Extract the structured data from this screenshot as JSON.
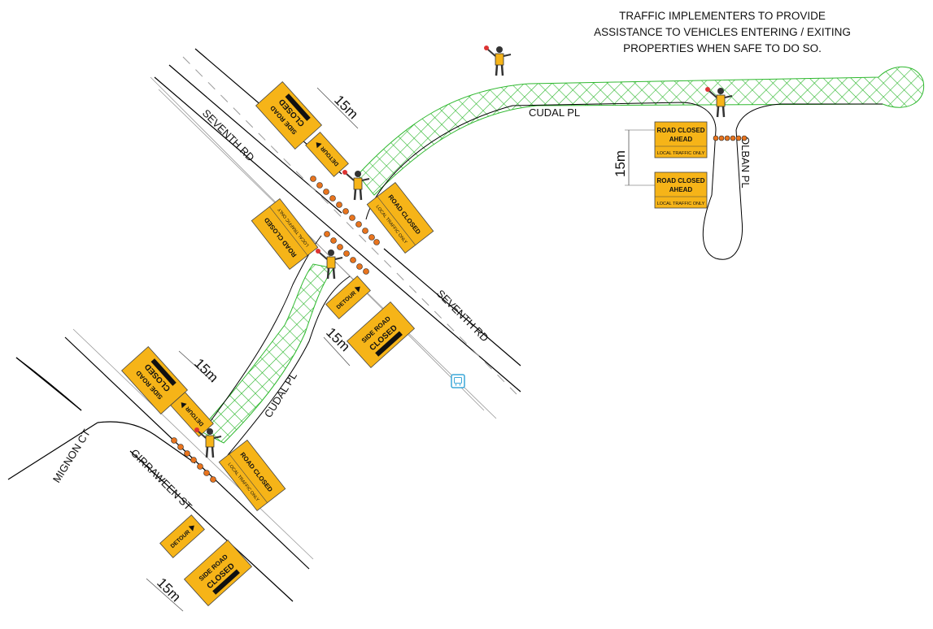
{
  "note": {
    "lines": [
      "TRAFFIC IMPLEMENTERS TO PROVIDE",
      "ASSISTANCE TO VEHICLES ENTERING / EXITING",
      "PROPERTIES WHEN SAFE TO DO SO."
    ]
  },
  "roads": {
    "seventh_rd_top": "SEVENTH RD",
    "seventh_rd_bottom": "SEVENTH RD",
    "cudal_pl_top": "CUDAL PL",
    "cudal_pl_bottom": "CUDAL PL",
    "olban_pl": "OLBAN PL",
    "mignon_ct": "MIGNON CT",
    "girraween_st": "GIRRAWEEN ST"
  },
  "dimensions": {
    "d1": "15m",
    "d2": "15m",
    "d3": "15m",
    "d4": "15m",
    "d5": "15m"
  },
  "signs": {
    "road_closed": "ROAD CLOSED",
    "local_traffic_only": "LOCAL TRAFFIC ONLY",
    "road_closed_ahead_line1": "ROAD CLOSED",
    "road_closed_ahead_line2": "AHEAD",
    "side_road": "SIDE ROAD",
    "closed": "CLOSED",
    "detour": "DETOUR"
  },
  "colors": {
    "sign_fill": "#f6b418",
    "hatch": "#2eb82e",
    "cone": "#e8741e",
    "bus_stop": "#3aa7d8"
  }
}
